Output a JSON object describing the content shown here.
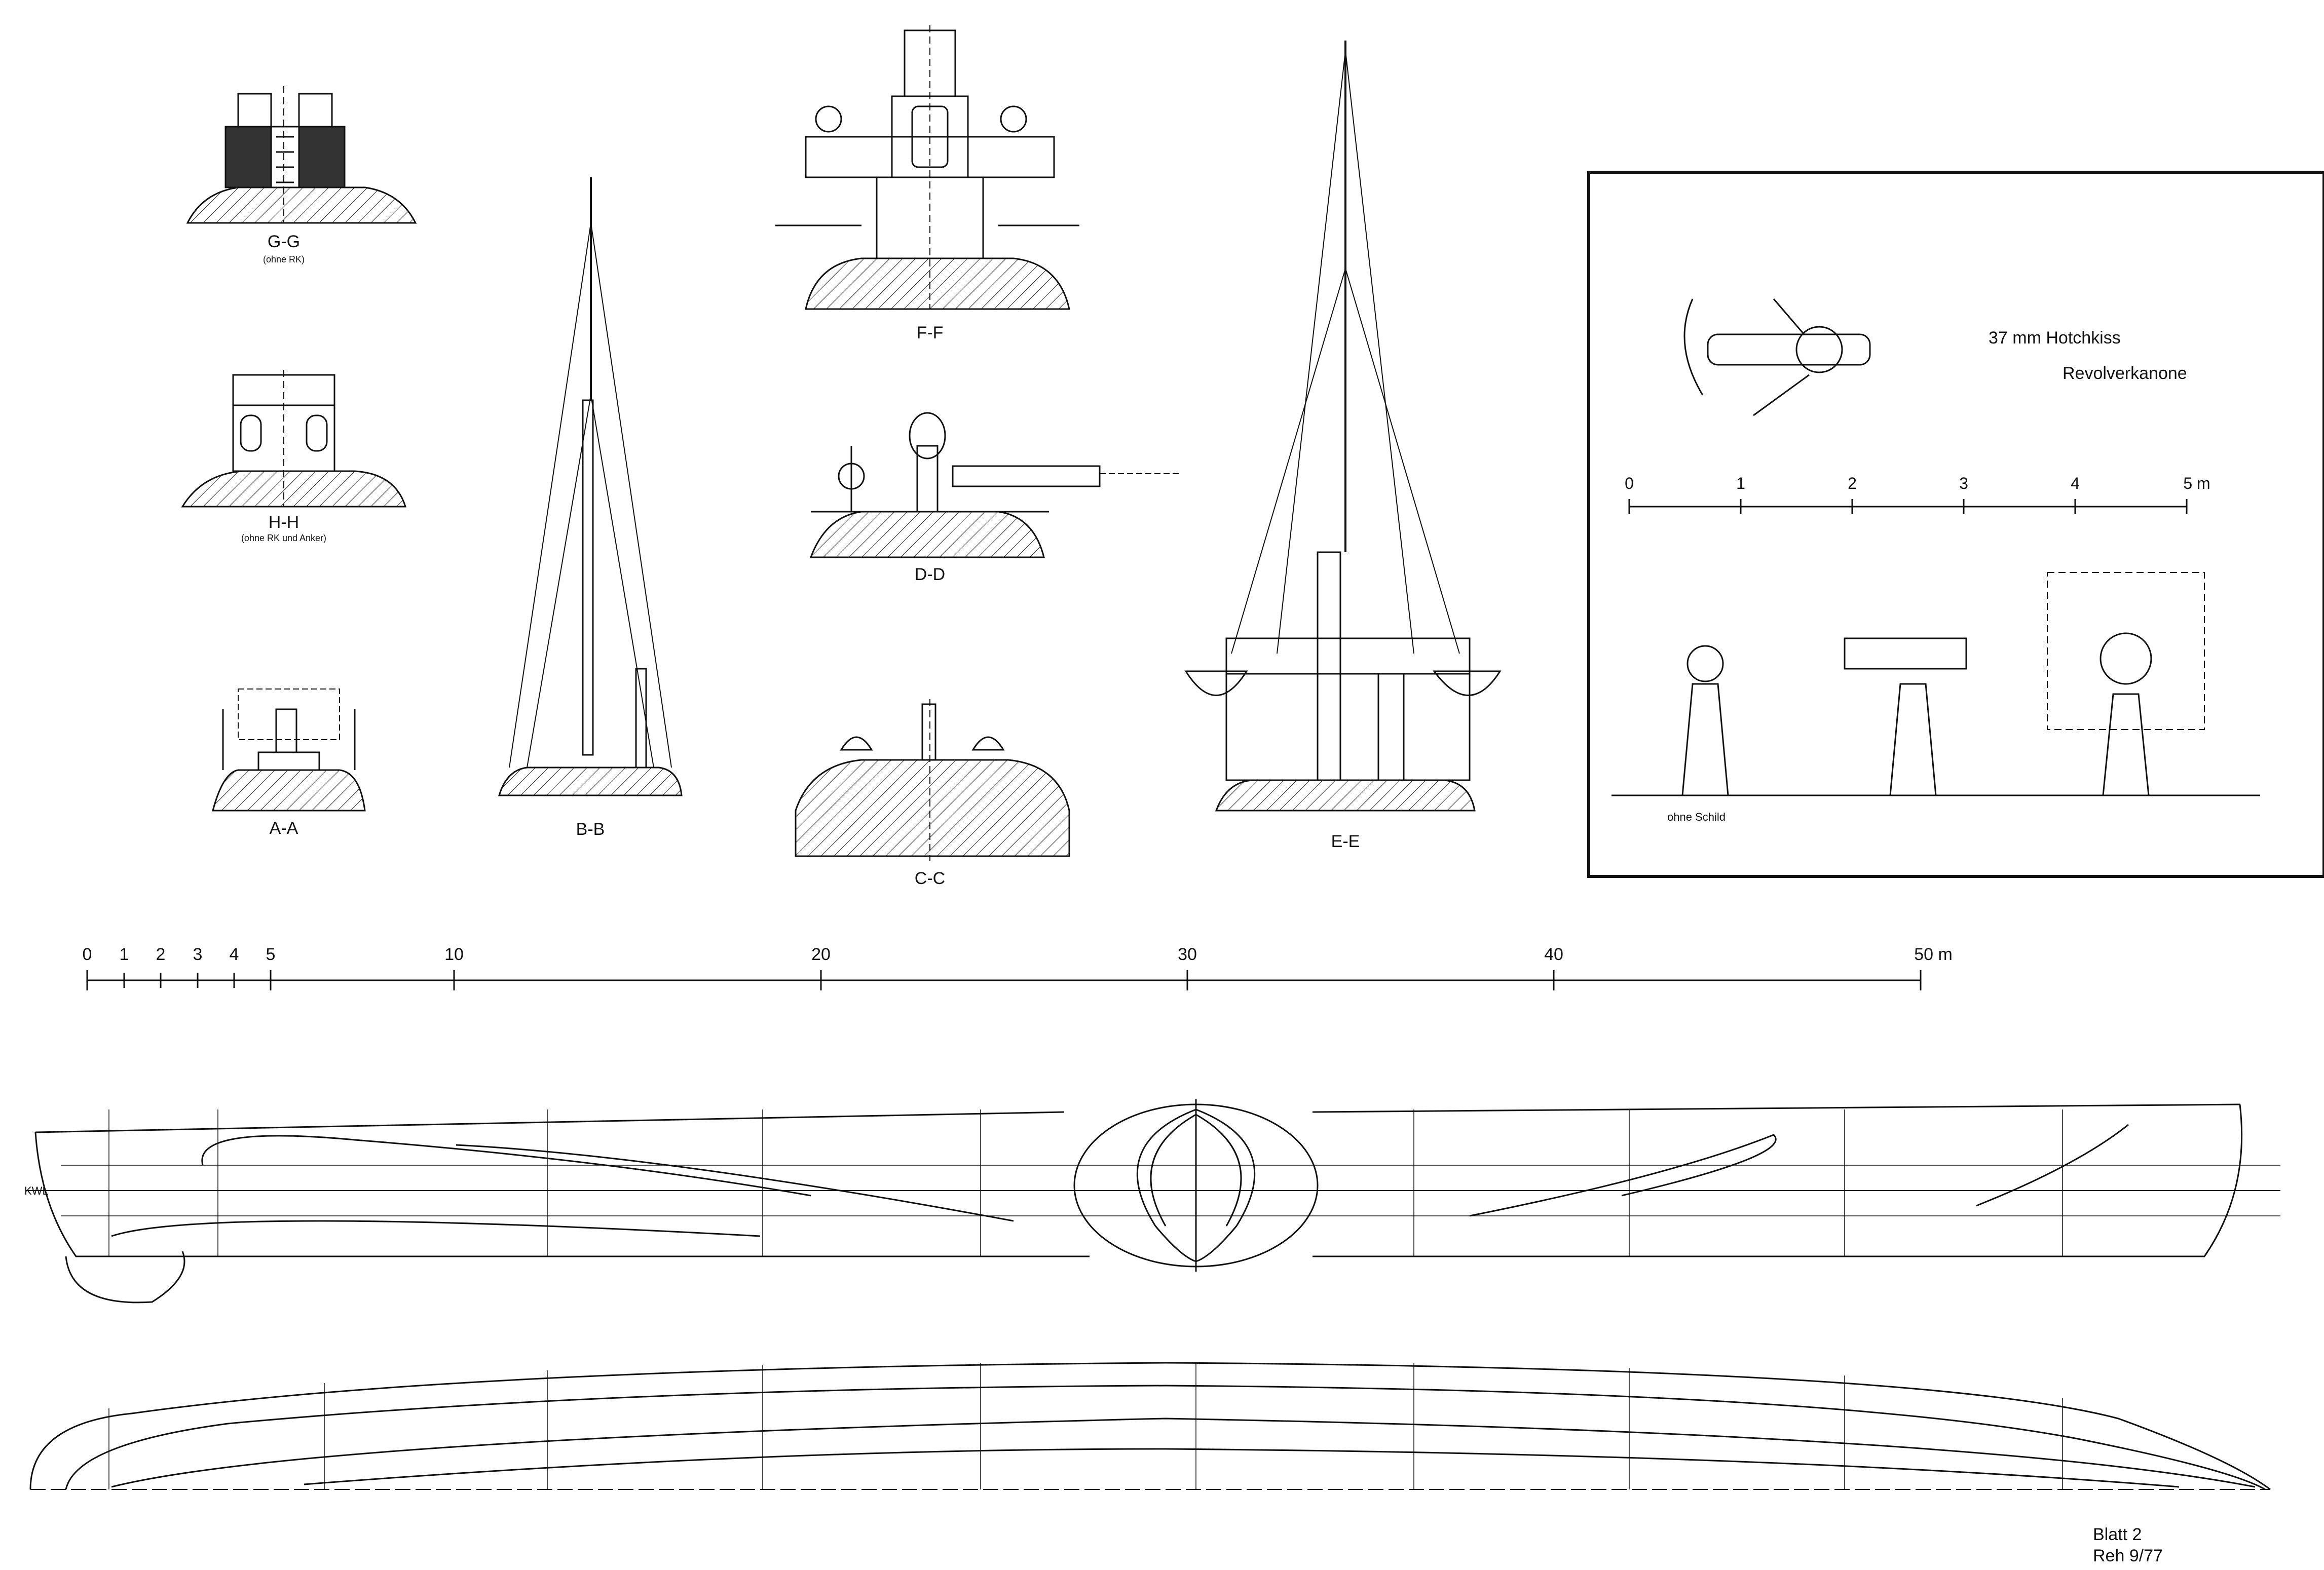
{
  "sections": {
    "gg": {
      "label": "G-G",
      "note": "(ohne RK)"
    },
    "hh": {
      "label": "H-H",
      "note": "(ohne RK und Anker)"
    },
    "aa": {
      "label": "A-A"
    },
    "bb": {
      "label": "B-B"
    },
    "ff": {
      "label": "F-F"
    },
    "dd": {
      "label": "D-D"
    },
    "cc": {
      "label": "C-C"
    },
    "ee": {
      "label": "E-E"
    }
  },
  "inset": {
    "title_line1": "37 mm  Hotchkiss",
    "title_line2": "Revolverkanone",
    "scale_ticks": [
      "0",
      "1",
      "2",
      "3",
      "4",
      "5 m"
    ],
    "caption_left": "ohne Schild"
  },
  "main_scale": {
    "ticks": [
      "0",
      "1",
      "2",
      "3",
      "4",
      "5",
      "10",
      "20",
      "30",
      "40",
      "50 m"
    ]
  },
  "lines_plan": {
    "waterline_label": "KWL"
  },
  "sheet": {
    "blatt": "Blatt  2",
    "author": "Reh   9/77"
  },
  "colors": {
    "ink": "#111111",
    "paper": "#ffffff"
  }
}
